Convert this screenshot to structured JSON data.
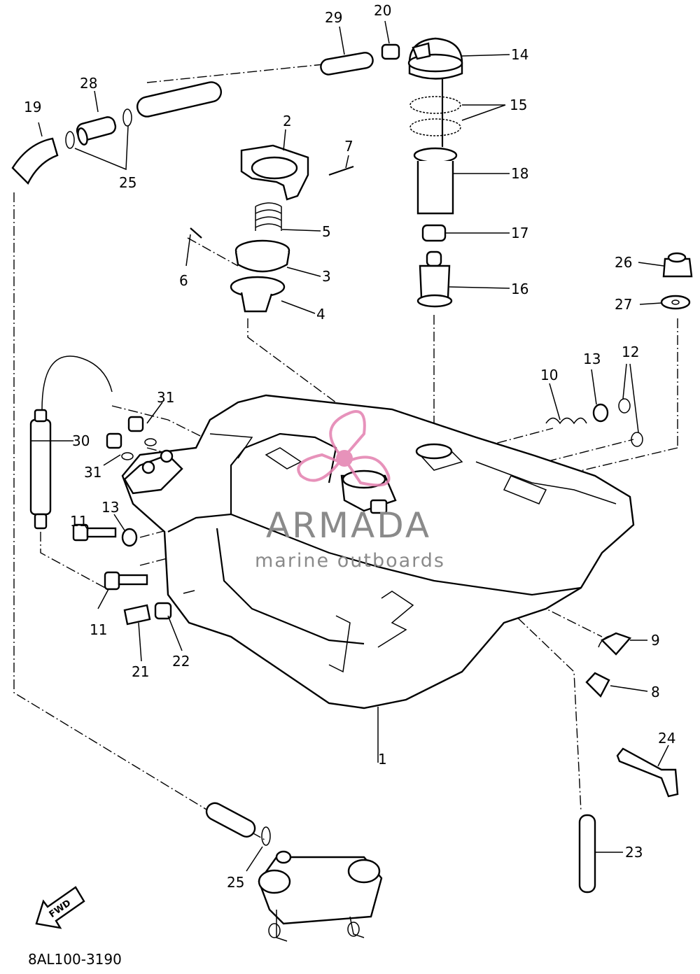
{
  "diagram": {
    "code": "8AL100-3190",
    "fwd_label": "FWD",
    "watermark": {
      "brand": "ARMADA",
      "tagline": "marine outboards",
      "color": "#e37faf"
    },
    "callouts": {
      "c1": "1",
      "c2": "2",
      "c3": "3",
      "c4": "4",
      "c5": "5",
      "c6": "6",
      "c7": "7",
      "c8": "8",
      "c9": "9",
      "c10": "10",
      "c11a": "11",
      "c11b": "11",
      "c12": "12",
      "c13a": "13",
      "c13b": "13",
      "c14": "14",
      "c15": "15",
      "c16": "16",
      "c17": "17",
      "c18": "18",
      "c19": "19",
      "c20": "20",
      "c21": "21",
      "c22": "22",
      "c23": "23",
      "c24": "24",
      "c25a": "25",
      "c25b": "25",
      "c26": "26",
      "c27": "27",
      "c28": "28",
      "c29": "29",
      "c30": "30",
      "c31a": "31",
      "c31b": "31"
    }
  }
}
